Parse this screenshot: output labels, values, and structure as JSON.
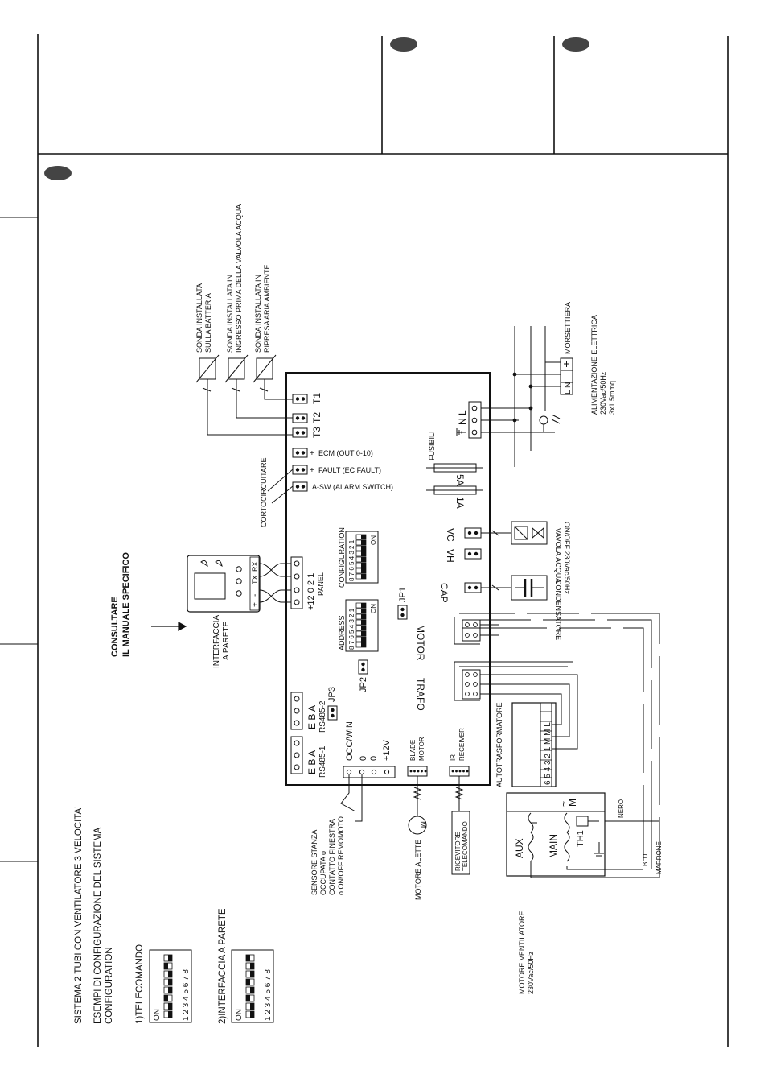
{
  "texts": {
    "system_title": "SISTEMA 2 TUBI CON VENTILATORE 3 VELOCITA'",
    "config_examples": "ESEMPI DI CONFIGURAZIONE DEL SISTEMA",
    "configuration": "CONFIGURATION",
    "example1": "1)TELECOMANDO",
    "example2": "2)INTERFACCIA A PARETE",
    "on": "ON",
    "dip_numbers": "1 2 3 4 5 6 7 8",
    "consult_line1": "CONSULTARE",
    "consult_line2": "IL MANUALE SPECIFICO",
    "wall_if_line1": "INTERFACCIA",
    "wall_if_line2": "A PARETE",
    "tx": "TX",
    "rx": "RX",
    "plus": "+",
    "minus": "-",
    "panel_nums": "+12  0  2  1",
    "panel": "PANEL",
    "configuration_dip": "CONFIGURATION",
    "address_dip": "ADDRESS",
    "dip_rev": "8 7 6 5 4 3 2 1",
    "dip_on": "ON",
    "jp1": "JP1",
    "jp2": "JP2",
    "jp3": "JP3",
    "rs485_1": "RS485-1",
    "rs485_2": "RS485-2",
    "eba": "E  B  A",
    "occwin": "OCC/WIN",
    "occ_0a": "0",
    "occ_0b": "0",
    "plus12v": "+12V",
    "blade_motor1": "BLADE",
    "blade_motor2": "MOTOR",
    "ir_receiver1": "IR",
    "ir_receiver2": "RECEIVER",
    "sensor1": "SENSORE STANZA",
    "sensor2": "OCCUPATA o",
    "sensor3": "CONTATTO FINESTRA",
    "sensor4": "o ON/OFF REMOMOTO",
    "motore_alette": "MOTORE ALETTE",
    "ricevitore1": "RICEVITORE",
    "ricevitore2": "TELECOMANDO",
    "motor_m": "M",
    "motore_vent1": "MOTORE VENTILATORE",
    "motore_vent2": "230Vac/50Hz",
    "aux": "AUX",
    "main": "MAIN",
    "th1": "TH1",
    "m_tilde": "M",
    "nero": "NERO",
    "blu": "BLU",
    "marrone": "MARRONE",
    "autotrasformatore": "AUTOTRASFORMATORE",
    "trafo_strip": "6 5 4 3 2 1 M M L",
    "trafo": "TRAFO",
    "motor": "MOTOR",
    "cap": "CAP",
    "condensatore": "CONDENSATORE",
    "vh": "VH",
    "vc": "VC",
    "valve1": "VAVOLA ACQUA",
    "valve2": "ON/OFF 230Vac/50Hz",
    "fuse_1a": "1A",
    "fuse_5a": "5A",
    "fusibili": "FUSIBILI",
    "nl": "N L",
    "ecm": "ECM (OUT 0-10)",
    "fault": "FAULT (EC FAULT)",
    "asw": "A-SW (ALARM SWITCH)",
    "corto": "CORTOCIRCUITARE",
    "t1": "T1",
    "t2": "T2",
    "t3": "T3",
    "sonda1_l1": "SONDA INSTALLATA",
    "sonda1_l2": "SULLA BATTERIA",
    "sonda2_l1": "SONDA INSTALLATA IN",
    "sonda2_l2": "INGRESSO PRIMA DELLA VALVOLA ACQUA",
    "sonda3_l1": "SONDA INSTALLATA IN",
    "sonda3_l2": "RIPRESA ARIA AMBIENTE",
    "morsettiera": "MORSETTIERA",
    "alim1": "ALIMENTAZIONE ELETTRICA",
    "alim2": "230Vac/50Hz",
    "alim3": "3x1.5mmq",
    "lnearth": "L N"
  },
  "colors": {
    "line": "#111111",
    "marker": "#444444",
    "background": "#ffffff"
  }
}
